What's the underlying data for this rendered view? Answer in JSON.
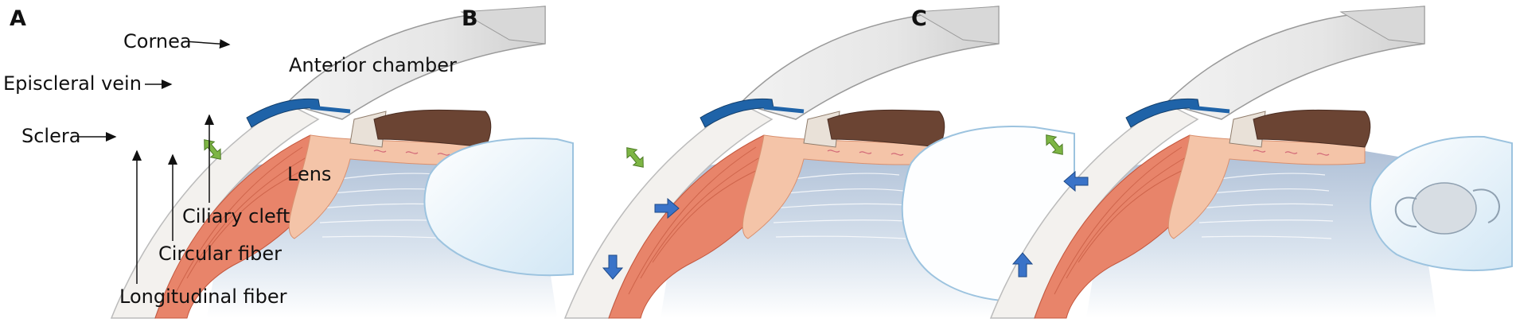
{
  "panels": [
    {
      "letter": "A",
      "lens_state": "unaccommodated",
      "arrows": []
    },
    {
      "letter": "B",
      "lens_state": "expanded",
      "arrows": [
        "outward-arrow",
        "down-arrow"
      ]
    },
    {
      "letter": "C",
      "lens_state": "intraocular-lens-implant",
      "arrows": [
        "inward-arrow",
        "up-arrow"
      ]
    }
  ],
  "labels": {
    "cornea": "Cornea",
    "anterior_chamber": "Anterior chamber",
    "episcleral_vein": "Episcleral vein",
    "sclera": "Sclera",
    "lens": "Lens",
    "ciliary_cleft": "Ciliary cleft",
    "circular_fiber": "Circular fiber",
    "longitudinal_fiber": "Longitudinal fiber"
  },
  "colors": {
    "cornea": "#e8e8e8",
    "sclera": "#f3f1ee",
    "ciliary_muscle": "#e8846a",
    "ciliary_body": "#f4c4a8",
    "iris": "#6b4433",
    "vein": "#1f63a8",
    "vitreous": "#c7d6e8",
    "lens": "#eaf4fb",
    "green_arrow": "#7db544",
    "blue_arrow": "#3a73c8"
  }
}
